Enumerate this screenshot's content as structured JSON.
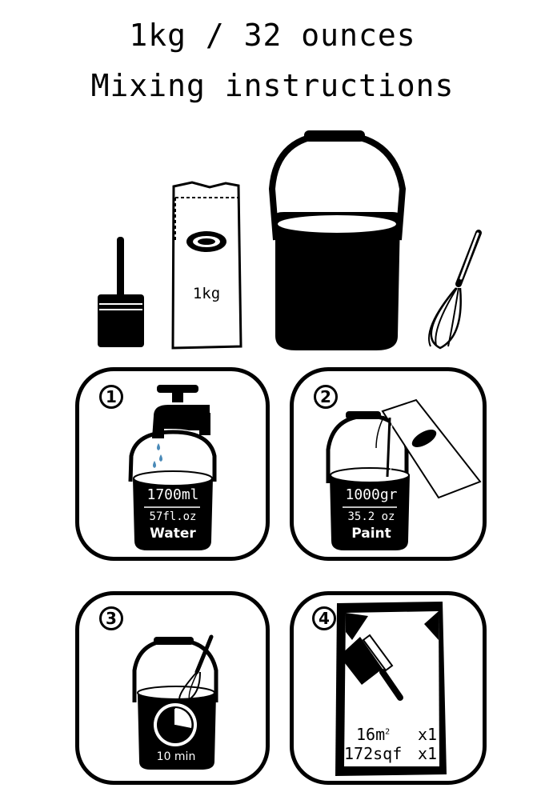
{
  "title_line1": "1kg / 32 ounces",
  "title_line2": "Mixing instructions",
  "bag_label": "1kg",
  "steps": [
    {
      "number": "1",
      "amount": "1700ml",
      "sub_amount": "57fl.oz",
      "label": "Water"
    },
    {
      "number": "2",
      "amount": "1000gr",
      "sub_amount": "35.2 oz",
      "label": "Paint"
    },
    {
      "number": "3",
      "timer": "10 min"
    },
    {
      "number": "4",
      "area_m": "16m",
      "area_m_sup": "2",
      "area_m_mult": "x1",
      "area_sqf": "172sqf",
      "area_sqf_mult": "x1"
    }
  ],
  "colors": {
    "ink": "#000000",
    "water": "#4a8ab8",
    "paper": "#ffffff"
  }
}
